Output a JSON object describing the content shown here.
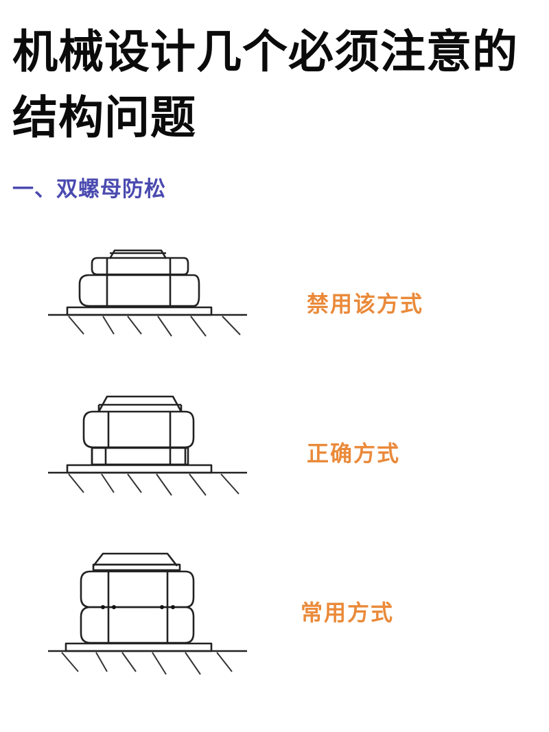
{
  "title": "机械设计几个必须注意的结构问题",
  "section": {
    "heading": "一、双螺母防松"
  },
  "figures": [
    {
      "caption": "禁用该方式",
      "description": "thin nut below? no — thick nut on bottom, thin nut on top"
    },
    {
      "caption": "正确方式",
      "description": "thin nut on bottom, thick nut on top"
    },
    {
      "caption": "常用方式",
      "description": "two equal-thickness nuts"
    }
  ],
  "colors": {
    "title": "#0b0b0b",
    "section_heading": "#4a4ab0",
    "caption": "#ea8a3a"
  }
}
